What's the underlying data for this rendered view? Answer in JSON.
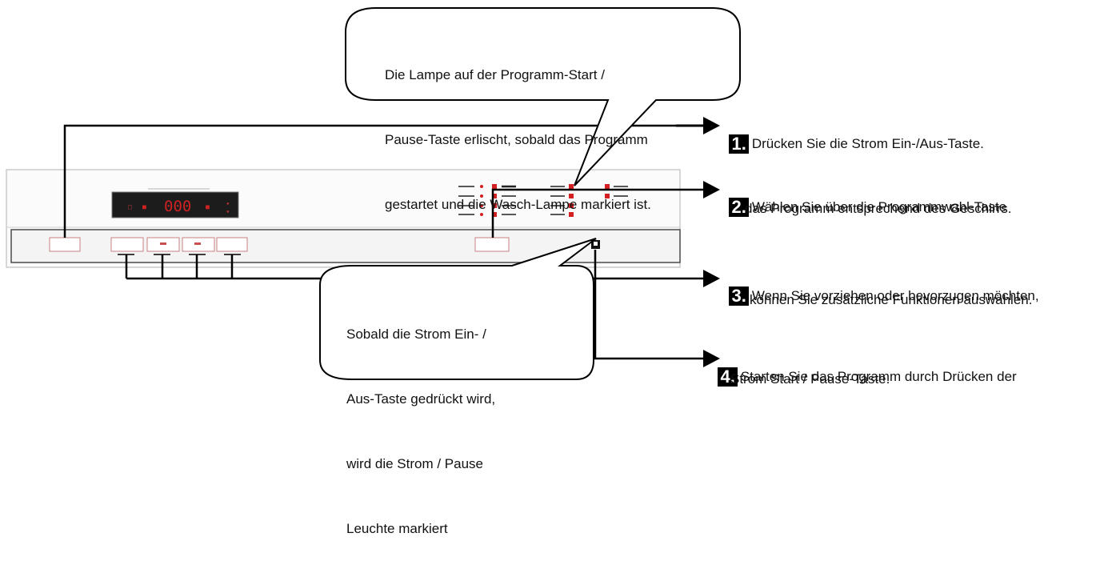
{
  "bubbles": {
    "top": {
      "line1": "Die Lampe auf der Programm-Start /",
      "line2": "Pause-Taste erlischt, sobald das Programm",
      "line3": "gestartet und die Wasch-Lampe markiert ist."
    },
    "bottom": {
      "line1": "Sobald die Strom Ein- /",
      "line2": "Aus-Taste gedrückt wird,",
      "line3": "wird die Strom / Pause",
      "line4": "Leuchte markiert"
    }
  },
  "steps": [
    {
      "number": "1.",
      "line1": "Drücken Sie die Strom Ein-/Aus-Taste.",
      "line2": ""
    },
    {
      "number": "2.",
      "line1": "Wählen Sie über die Programmwahl-Taste",
      "line2": "das Programm entsprechend des Geschirrs."
    },
    {
      "number": "3.",
      "line1": "Wenn Sie vorziehen oder bevorzugen möchten,",
      "line2": "können Sie zusätzliche Funktionen auswählen."
    },
    {
      "number": "4.",
      "line1": "Starten Sie das Programm durch Drücken der",
      "line2": "Strom Start / Pause-Taste."
    }
  ],
  "panel": {
    "display_value": "000",
    "display_color": "#cc2222",
    "button_labels": [
      "",
      "",
      "",
      ""
    ]
  },
  "colors": {
    "line": "#000000",
    "led": "#d42020",
    "panel_bg": "#fafafa"
  }
}
